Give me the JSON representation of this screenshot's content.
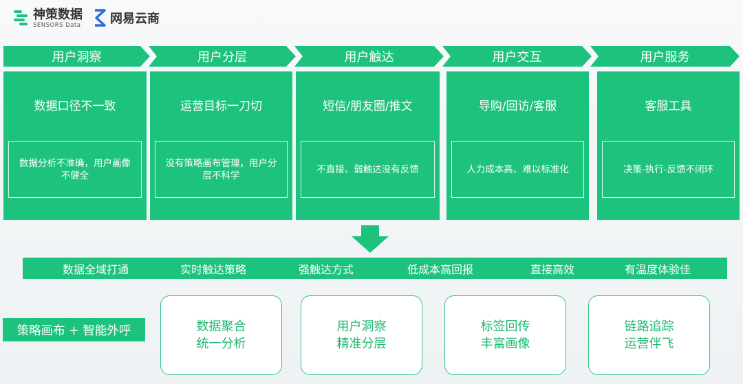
{
  "logos": {
    "sensors_name": "神策数据",
    "sensors_sub": "SENSORS Data",
    "netease_name": "网易云商"
  },
  "stages": [
    {
      "title": "用户洞察",
      "problem": "数据口径不一致",
      "detail": "数据分析不准确，用户画像不健全"
    },
    {
      "title": "用户分层",
      "problem": "运营目标一刀切",
      "detail": "没有策略画布管理，用户分层不科学"
    },
    {
      "title": "用户触达",
      "problem": "短信/朋友圈/推文",
      "detail": "不直接、弱触达没有反馈"
    },
    {
      "title": "用户交互",
      "problem": "导购/回访/客服",
      "detail": "人力成本高、难以标准化"
    },
    {
      "title": "用户服务",
      "problem": "客服工具",
      "detail": "决策-执行-反馈不闭环"
    }
  ],
  "features": [
    "数据全域打通",
    "实时触达策略",
    "强触达方式",
    "低成本高回报",
    "直接高效",
    "有温度体验佳"
  ],
  "solution_label": "策略画布 + 智能外呼",
  "solutions": [
    {
      "line1": "数据聚合",
      "line2": "统一分析"
    },
    {
      "line1": "用户洞察",
      "line2": "精准分层"
    },
    {
      "line1": "标签回传",
      "line2": "丰富画像"
    },
    {
      "line1": "链路追踪",
      "line2": "运营伴飞"
    }
  ],
  "colors": {
    "brand_green": "#1dc27c",
    "text_green": "#1fb870",
    "logo_dark": "#333333"
  }
}
